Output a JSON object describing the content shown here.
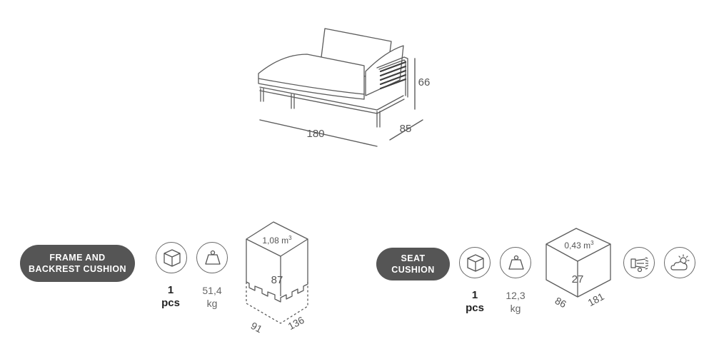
{
  "product": {
    "dimensions": {
      "width": "180",
      "depth": "85",
      "height": "66"
    }
  },
  "packages": [
    {
      "name_line1": "FRAME AND",
      "name_line2": "BACKREST CUSHION",
      "pieces_value": "1",
      "pieces_unit": "pcs",
      "weight_value": "51,4",
      "weight_unit": "kg",
      "volume_value": "1,08 m",
      "volume_exp": "3",
      "box_height": "87",
      "box_width": "91",
      "box_depth": "136",
      "icons": [
        "box-icon",
        "weight-icon"
      ]
    },
    {
      "name_line1": "SEAT",
      "name_line2": "CUSHION",
      "pieces_value": "1",
      "pieces_unit": "pcs",
      "weight_value": "12,3",
      "weight_unit": "kg",
      "volume_value": "0,43 m",
      "volume_exp": "3",
      "box_height": "27",
      "box_width": "86",
      "box_depth": "181",
      "icons": [
        "box-icon",
        "weight-icon",
        "zipper-cover-icon",
        "weather-icon"
      ]
    }
  ],
  "colors": {
    "pill_background": "#555555",
    "line": "#6a6a6a",
    "text": "#555555"
  }
}
